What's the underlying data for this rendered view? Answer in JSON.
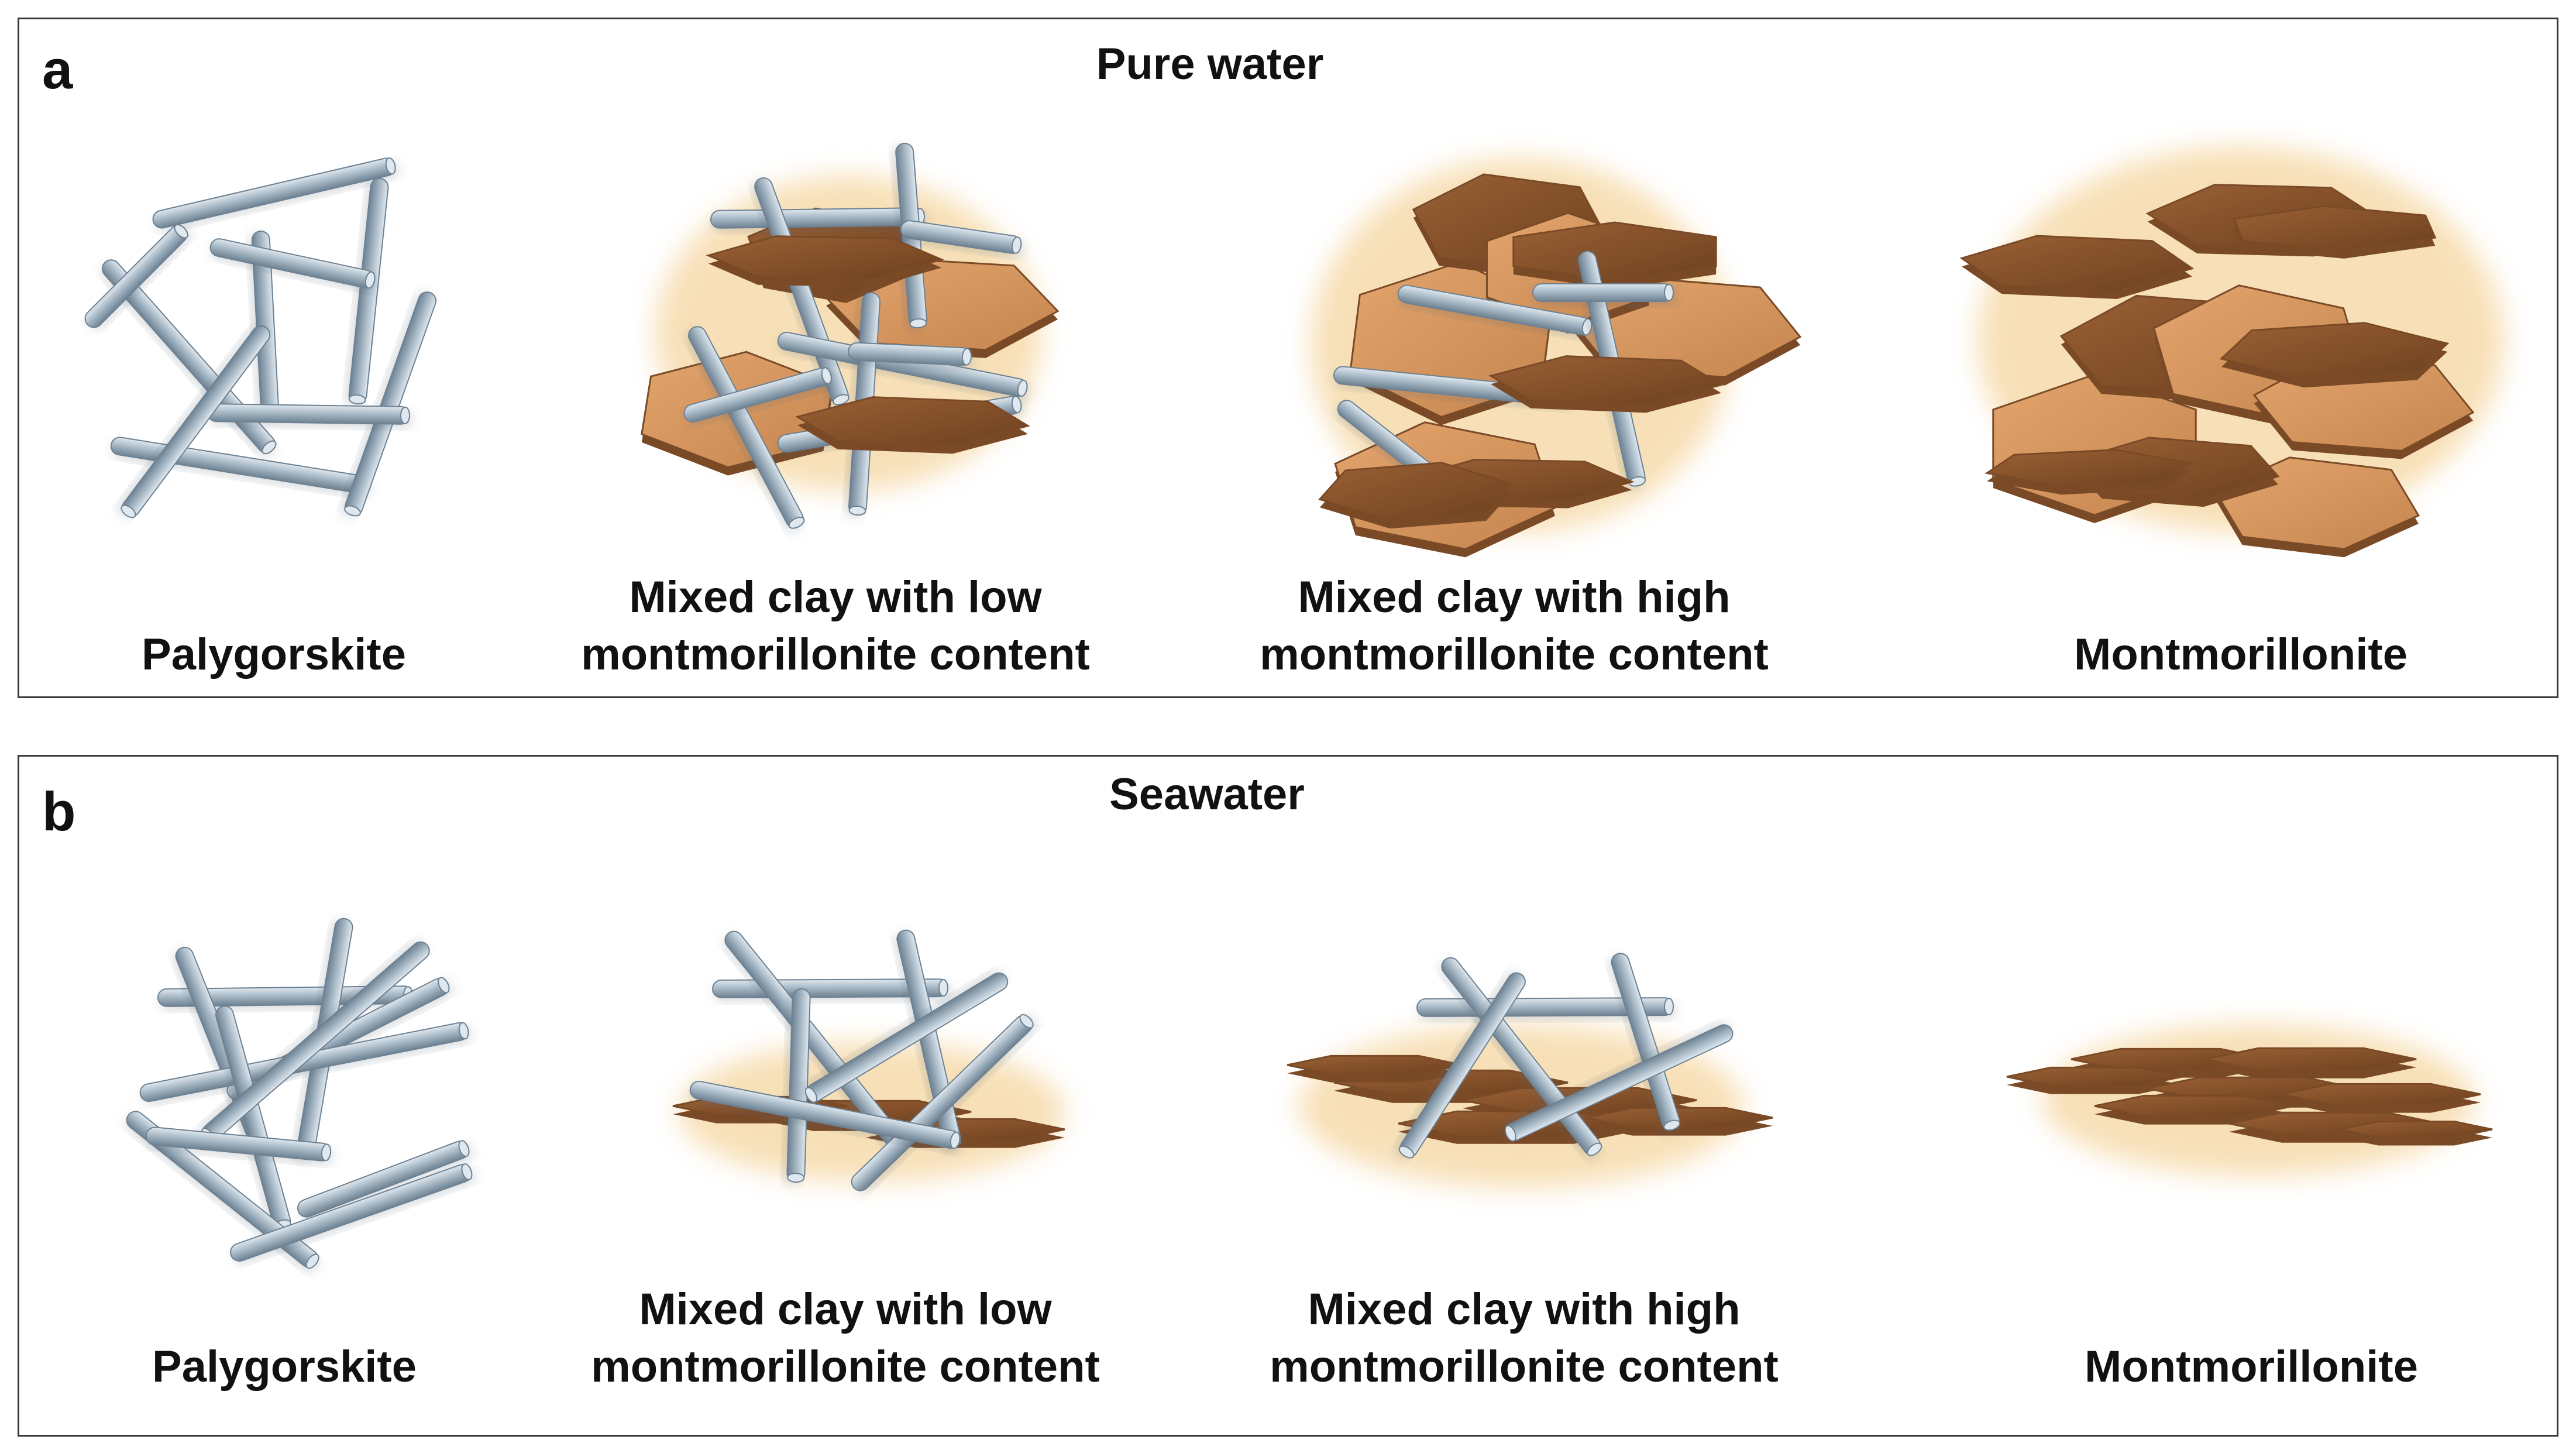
{
  "panels": [
    {
      "letter": "a",
      "title": "Pure water",
      "captions": [
        {
          "lines": [
            "Palygorskite"
          ]
        },
        {
          "lines": [
            "Mixed clay with low",
            "montmorillonite content"
          ]
        },
        {
          "lines": [
            "Mixed clay with high",
            "montmorillonite content"
          ]
        },
        {
          "lines": [
            "Montmorillonite"
          ]
        }
      ]
    },
    {
      "letter": "b",
      "title": "Seawater",
      "captions": [
        {
          "lines": [
            "Palygorskite"
          ]
        },
        {
          "lines": [
            "Mixed clay with low",
            "montmorillonite content"
          ]
        },
        {
          "lines": [
            "Mixed clay with high",
            "montmorillonite content"
          ]
        },
        {
          "lines": [
            "Montmorillonite"
          ]
        }
      ]
    }
  ],
  "colors": {
    "rod": "#9fb1bf",
    "rod_highlight": "#dfe8ef",
    "rod_shadow": "#6d8192",
    "plate_light": "#d9975f",
    "plate_mid": "#a8693a",
    "plate_dark": "#7a4a27",
    "glow": "#f2c77e",
    "border": "#3a3a3a"
  },
  "icons": {
    "rod": "palygorskite-rod-icon",
    "plate": "montmorillonite-plate-icon"
  }
}
